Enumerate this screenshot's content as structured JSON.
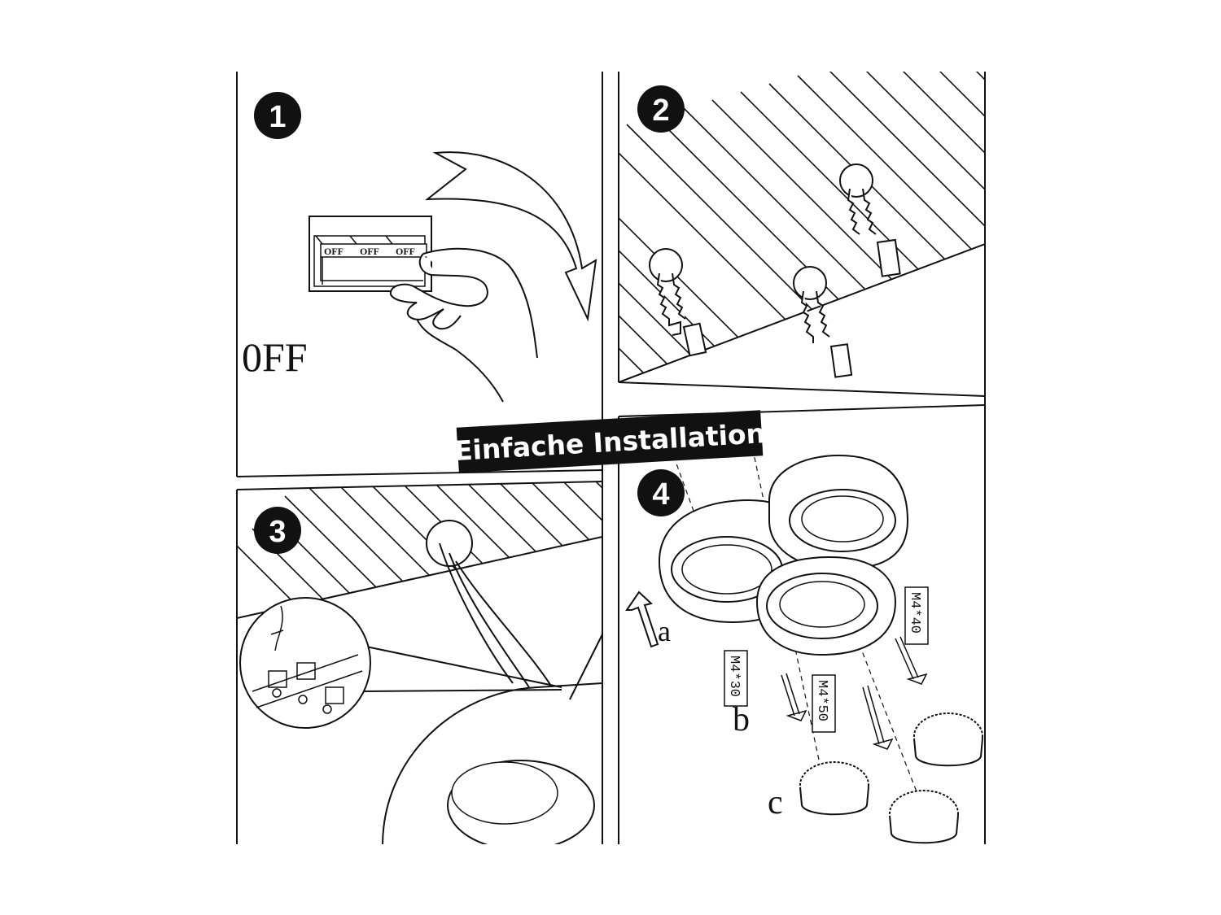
{
  "title": "Einfache Installation",
  "steps": [
    {
      "number": "1",
      "label": "0FF",
      "switch_labels": [
        "OFF",
        "OFF",
        "OFF"
      ]
    },
    {
      "number": "2"
    },
    {
      "number": "3"
    },
    {
      "number": "4",
      "parts": [
        "a",
        "b",
        "c"
      ],
      "screws": [
        "M4*30",
        "M4*50",
        "M4*40"
      ]
    }
  ],
  "colors": {
    "ink": "#111111",
    "banner": "#111111",
    "paper": "#ffffff"
  }
}
